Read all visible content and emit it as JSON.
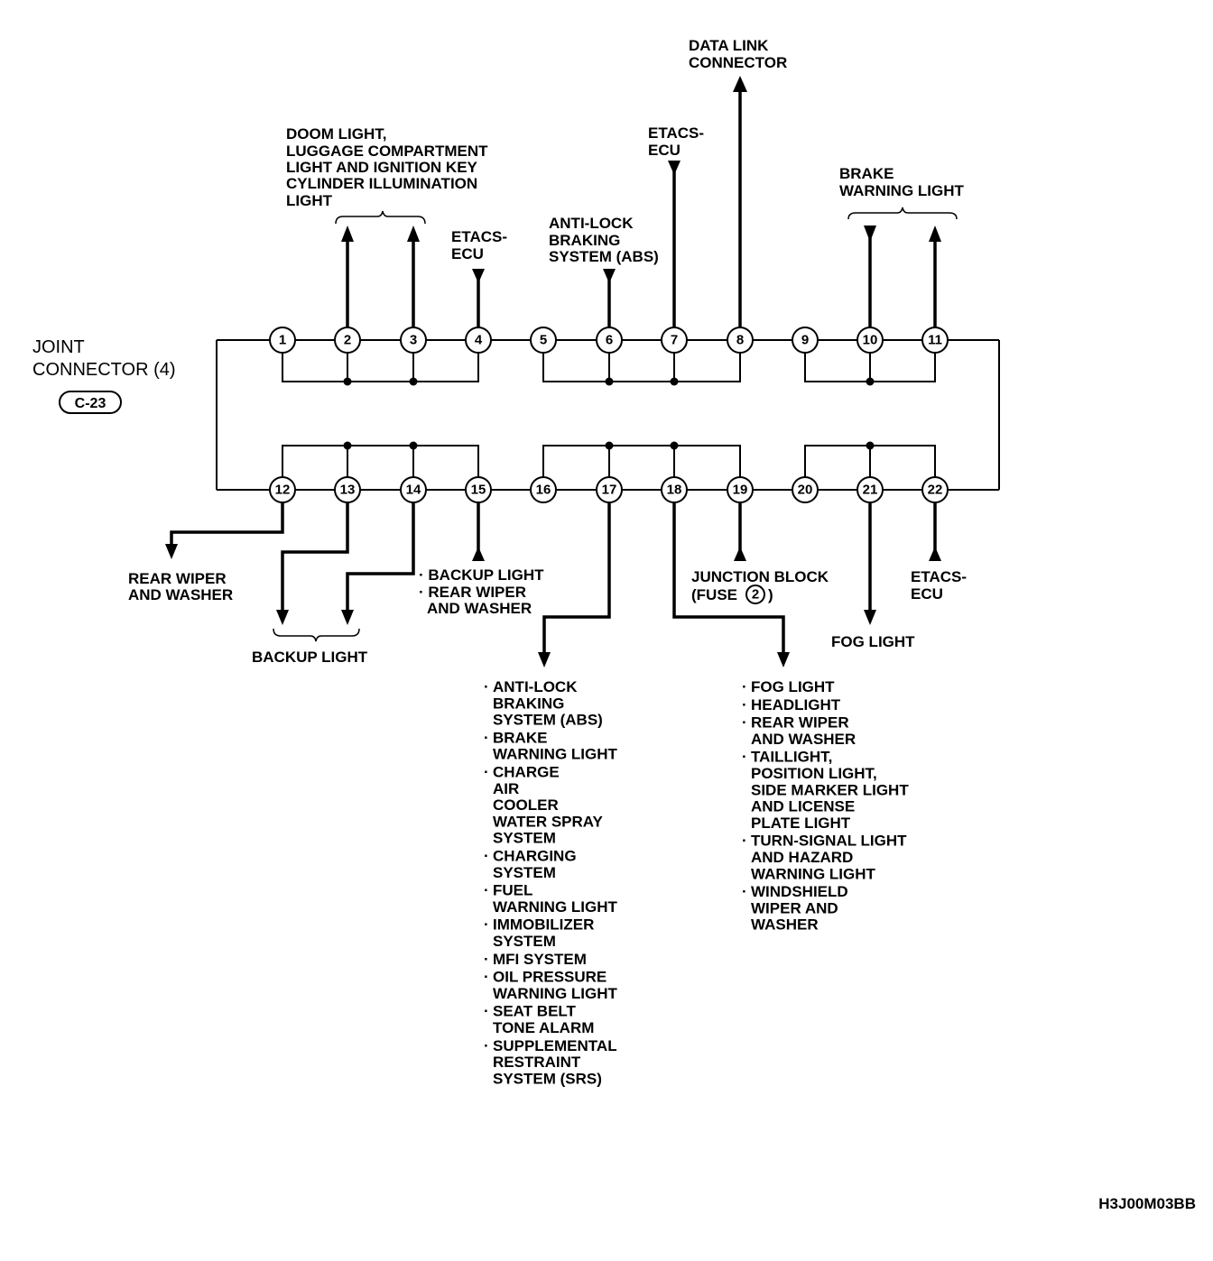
{
  "connector": {
    "title_line1": "JOINT",
    "title_line2": "CONNECTOR (4)",
    "code": "C-23"
  },
  "pins_top": [
    "1",
    "2",
    "3",
    "4",
    "5",
    "6",
    "7",
    "8",
    "9",
    "10",
    "11"
  ],
  "pins_bottom": [
    "12",
    "13",
    "14",
    "15",
    "16",
    "17",
    "18",
    "19",
    "20",
    "21",
    "22"
  ],
  "labels": {
    "data_link": [
      "DATA LINK",
      "CONNECTOR"
    ],
    "dome": [
      "DOOM LIGHT,",
      "LUGGAGE COMPARTMENT",
      "LIGHT AND IGNITION KEY",
      "CYLINDER ILLUMINATION",
      "LIGHT"
    ],
    "etacs_top7": [
      "ETACS-",
      "ECU"
    ],
    "etacs_top4": [
      "ETACS-",
      "ECU"
    ],
    "abs_top": [
      "ANTI-LOCK",
      "BRAKING",
      "SYSTEM (ABS)"
    ],
    "brake_warning": [
      "BRAKE",
      "WARNING LIGHT"
    ],
    "rear_wiper_left": [
      "REAR WIPER",
      "AND WASHER"
    ],
    "backup_left": "BACKUP LIGHT",
    "backup_rear": [
      "· BACKUP LIGHT",
      "· REAR WIPER",
      "AND WASHER"
    ],
    "junction_block": [
      "JUNCTION BLOCK",
      "(FUSE",
      "2",
      ")"
    ],
    "etacs_bottom": [
      "ETACS-",
      "ECU"
    ],
    "fog_light": "FOG LIGHT",
    "list17": [
      [
        "ANTI-LOCK",
        "BRAKING",
        "SYSTEM (ABS)"
      ],
      [
        "BRAKE",
        "WARNING LIGHT"
      ],
      [
        "CHARGE",
        "AIR",
        "COOLER",
        "WATER SPRAY",
        "SYSTEM"
      ],
      [
        "CHARGING",
        "SYSTEM"
      ],
      [
        "FUEL",
        "WARNING LIGHT"
      ],
      [
        "IMMOBILIZER",
        "SYSTEM"
      ],
      [
        "MFI SYSTEM"
      ],
      [
        "OIL PRESSURE",
        "WARNING LIGHT"
      ],
      [
        "SEAT BELT",
        "TONE ALARM"
      ],
      [
        "SUPPLEMENTAL",
        "RESTRAINT",
        "SYSTEM (SRS)"
      ]
    ],
    "list18": [
      [
        "FOG LIGHT"
      ],
      [
        "HEADLIGHT"
      ],
      [
        "REAR WIPER",
        "AND WASHER"
      ],
      [
        "TAILLIGHT,",
        "POSITION LIGHT,",
        "SIDE MARKER LIGHT",
        "AND LICENSE",
        "PLATE LIGHT"
      ],
      [
        "TURN-SIGNAL LIGHT",
        "AND HAZARD",
        "WARNING LIGHT"
      ],
      [
        "WINDSHIELD",
        "WIPER AND",
        "WASHER"
      ]
    ]
  },
  "figure_code": "H3J00M03BB"
}
